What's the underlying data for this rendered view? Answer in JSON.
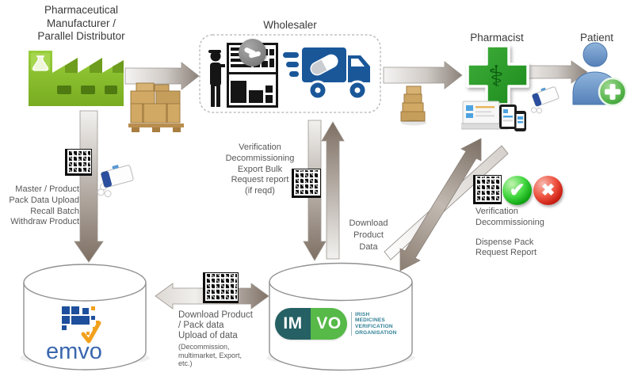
{
  "diagram": {
    "actors": {
      "manufacturer": {
        "title_lines": [
          "Pharmaceutical",
          "Manufacturer /",
          "Parallel Distributor"
        ]
      },
      "wholesaler": {
        "title": "Wholesaler"
      },
      "pharmacist": {
        "title": "Pharmacist"
      },
      "patient": {
        "title": "Patient"
      }
    },
    "labels": {
      "manufacturer_upload": {
        "lines": [
          "Master / Product",
          "Pack Data Upload",
          "Recall Batch",
          "Withdraw Product"
        ]
      },
      "wholesaler_flow": {
        "lines": [
          "Verification",
          "Decommissioning",
          "Export Bulk",
          "Request report",
          "(if reqd)"
        ]
      },
      "download_product_data": {
        "lines": [
          "Download",
          "Product",
          "Data"
        ]
      },
      "pharmacist_flow": {
        "group1": [
          "Verification",
          "Decommissioning"
        ],
        "group2": [
          "Dispense Pack",
          "Request Report"
        ]
      },
      "emvo_imvo_exchange": {
        "lines": [
          "Download Product",
          "/ Pack data",
          "Upload of data"
        ],
        "small_lines": [
          "(Decommission,",
          "multimarket, Export,",
          "etc.)"
        ]
      }
    },
    "databases": {
      "emvo": {
        "logo_text": "emvo"
      },
      "imvo": {
        "logo_left": "IM",
        "logo_right": "VO",
        "org_lines": [
          "IRISH",
          "MEDICINES",
          "VERIFICATION",
          "ORGANISATION"
        ]
      }
    },
    "icons": {
      "check_glyph": "✔",
      "cross_glyph": "✖",
      "pharmacy_glyph": "⚕"
    },
    "colors": {
      "factory_green": "#8DC63F",
      "truck_blue": "#1A5799",
      "pharmacy_green": "#2FA12F",
      "check_green": "#12A615",
      "error_red": "#CA2013",
      "imvo_teal": "#256064",
      "imvo_green": "#56B948",
      "emvo_blue": "#1E4F9C",
      "emvo_orange": "#F2A11C",
      "arrow_gray": "#7E7064"
    }
  }
}
